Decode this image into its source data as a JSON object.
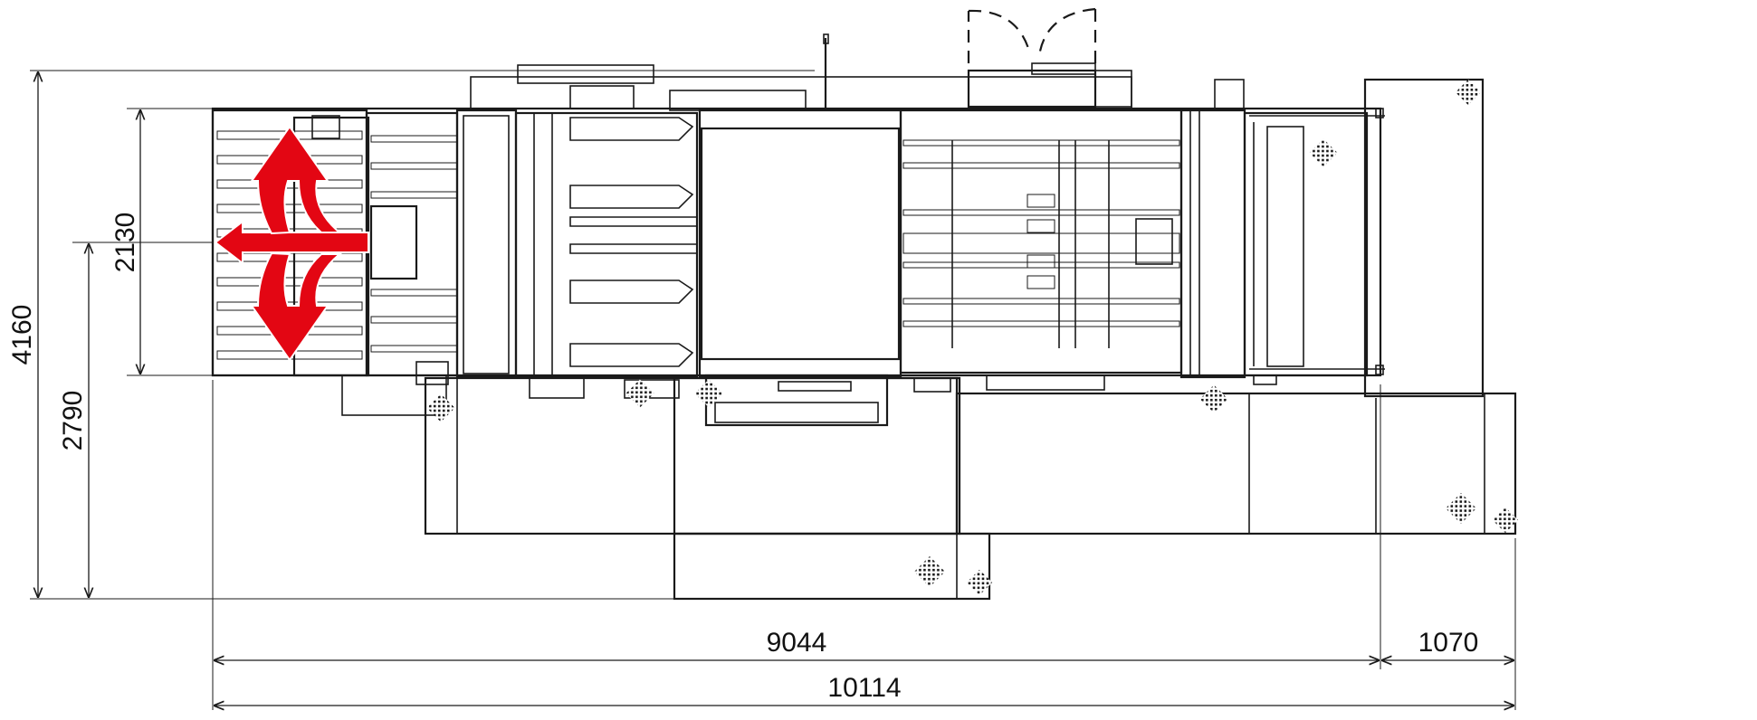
{
  "dimensions": {
    "overall_depth": "4160",
    "frame_depth": "2790",
    "infeed_width": "2130",
    "machine_length": "9044",
    "outfeed_length": "1070",
    "overall_length": "10114"
  },
  "colors": {
    "line": "#1a1a1a",
    "flow_arrow": "#e30613",
    "background": "#ffffff"
  },
  "icons": {
    "flow_arrows": "red-flow-direction-arrows",
    "floor_anchor": "hatched-diamond-marker"
  }
}
